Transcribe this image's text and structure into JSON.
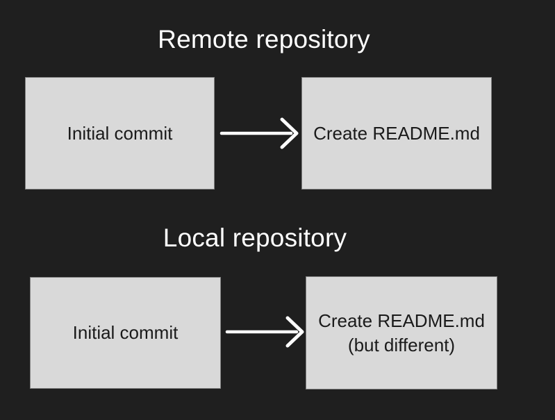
{
  "diagram": {
    "sections": [
      {
        "title": "Remote repository",
        "nodes": [
          {
            "label": "Initial commit"
          },
          {
            "label": "Create README.md"
          }
        ]
      },
      {
        "title": "Local repository",
        "nodes": [
          {
            "label": "Initial commit"
          },
          {
            "label": "Create README.md\n(but different)"
          }
        ]
      }
    ],
    "colors": {
      "background": "#1f1f1f",
      "node_fill": "#d9d9d9",
      "node_border": "#828282",
      "node_text": "#1a1a1a",
      "title_text": "#ffffff",
      "arrow": "#ffffff"
    }
  }
}
